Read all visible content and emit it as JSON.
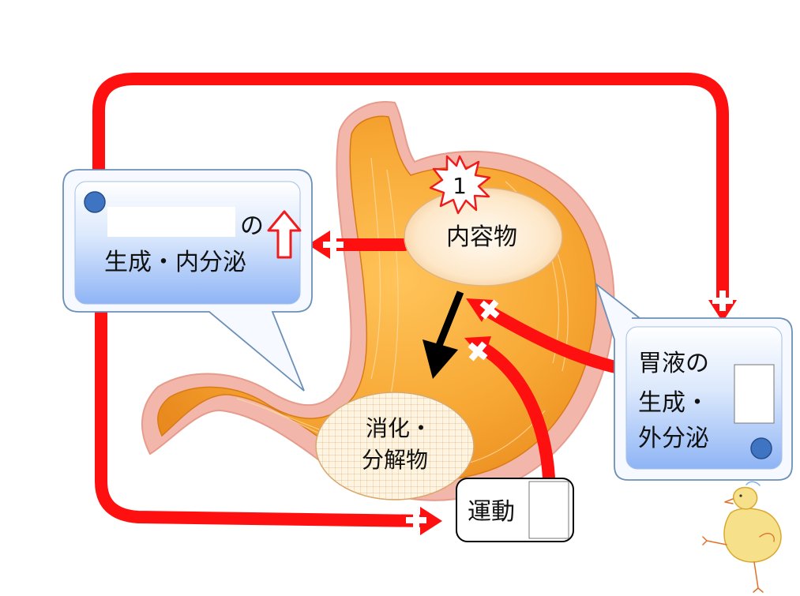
{
  "diagram": {
    "stomach": {
      "contents_label": "内容物",
      "digested_label_line1": "消化・",
      "digested_label_line2": "分解物",
      "star_number": "1"
    },
    "left_box": {
      "suffix": "の",
      "line2": "生成・内分泌"
    },
    "right_box": {
      "line1": "胃液の",
      "line2": "生成・",
      "line3": "外分泌"
    },
    "motion_box": {
      "label": "運動"
    },
    "colors": {
      "loop_arrow": "#ff1010",
      "stomach_fill": "#f5a623",
      "stomach_outer": "#f2b2a6",
      "box_fill_top": "#ffffff",
      "box_fill_bottom": "#8db4f6",
      "box_border": "#6b8fb7",
      "dot": "#3f74c2"
    },
    "icons": [
      "plus-sign-icon",
      "burst-star-icon",
      "up-arrow-icon",
      "down-arrow-icon",
      "chick-icon"
    ]
  }
}
